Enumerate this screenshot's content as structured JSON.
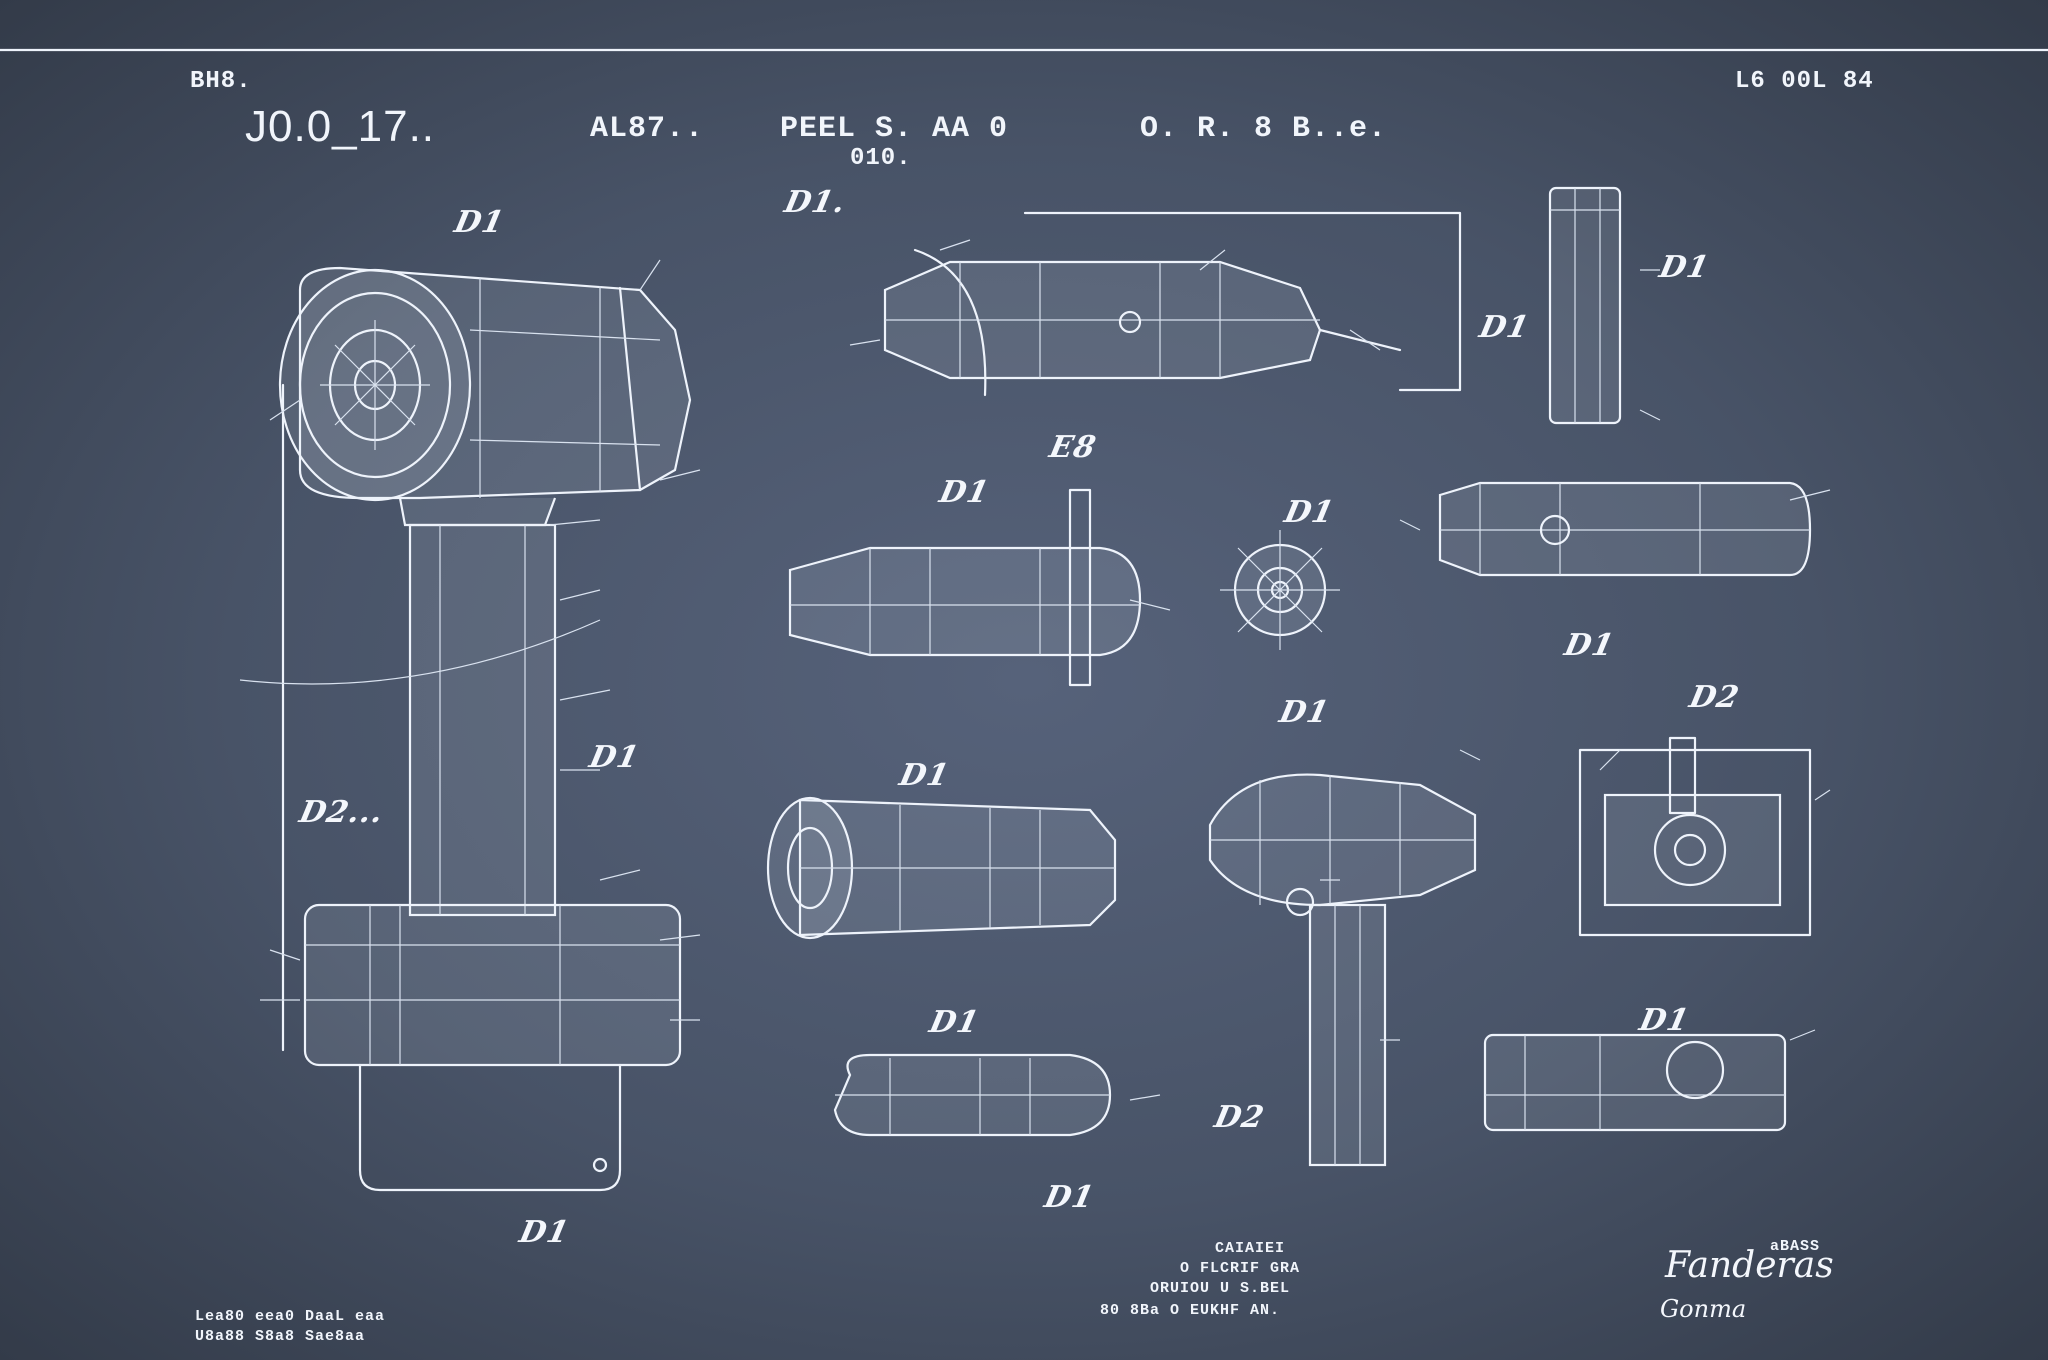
{
  "header": {
    "top_left": "BH8.",
    "top_right": "L6 00L 84",
    "patent_no": "J0.0_17..",
    "filed": "AL87..",
    "title_line1": "PEEL S. AA 0",
    "title_line2": "010.",
    "inventor": "O. R. 8 B..e."
  },
  "figures": {
    "fig_a": "D1",
    "fig_b": "D1.",
    "fig_c": "E8",
    "fig_d": "D1",
    "fig_e": "D1",
    "fig_f": "D1",
    "fig_g": "D1",
    "fig_h": "D1",
    "fig_i": "D1",
    "fig_j": "D2",
    "fig_k": "D1",
    "fig_l": "D1",
    "fig_m": "D2",
    "fig_n": "D1",
    "fig_o": "D1",
    "fig_p": "D2...",
    "fig_q": "D1",
    "fig_r": "D1"
  },
  "footer": {
    "left_line1": "Lea80 eea0 DaaL eaa",
    "left_line2": "U8a88 S8a8 Sae8aa",
    "center_line1": "CAIAIEI",
    "center_line2": "O FLCRIF GRA",
    "center_line3": "ORUIOU U S.BEL",
    "center_line4": "80 8Ba  O  EUKHF AN.",
    "signature_label": "aBASS",
    "signature": "Fanderas",
    "signature_sub": "Gonma"
  },
  "colors": {
    "background": "#4a5566",
    "ink": "#eef3fb"
  }
}
